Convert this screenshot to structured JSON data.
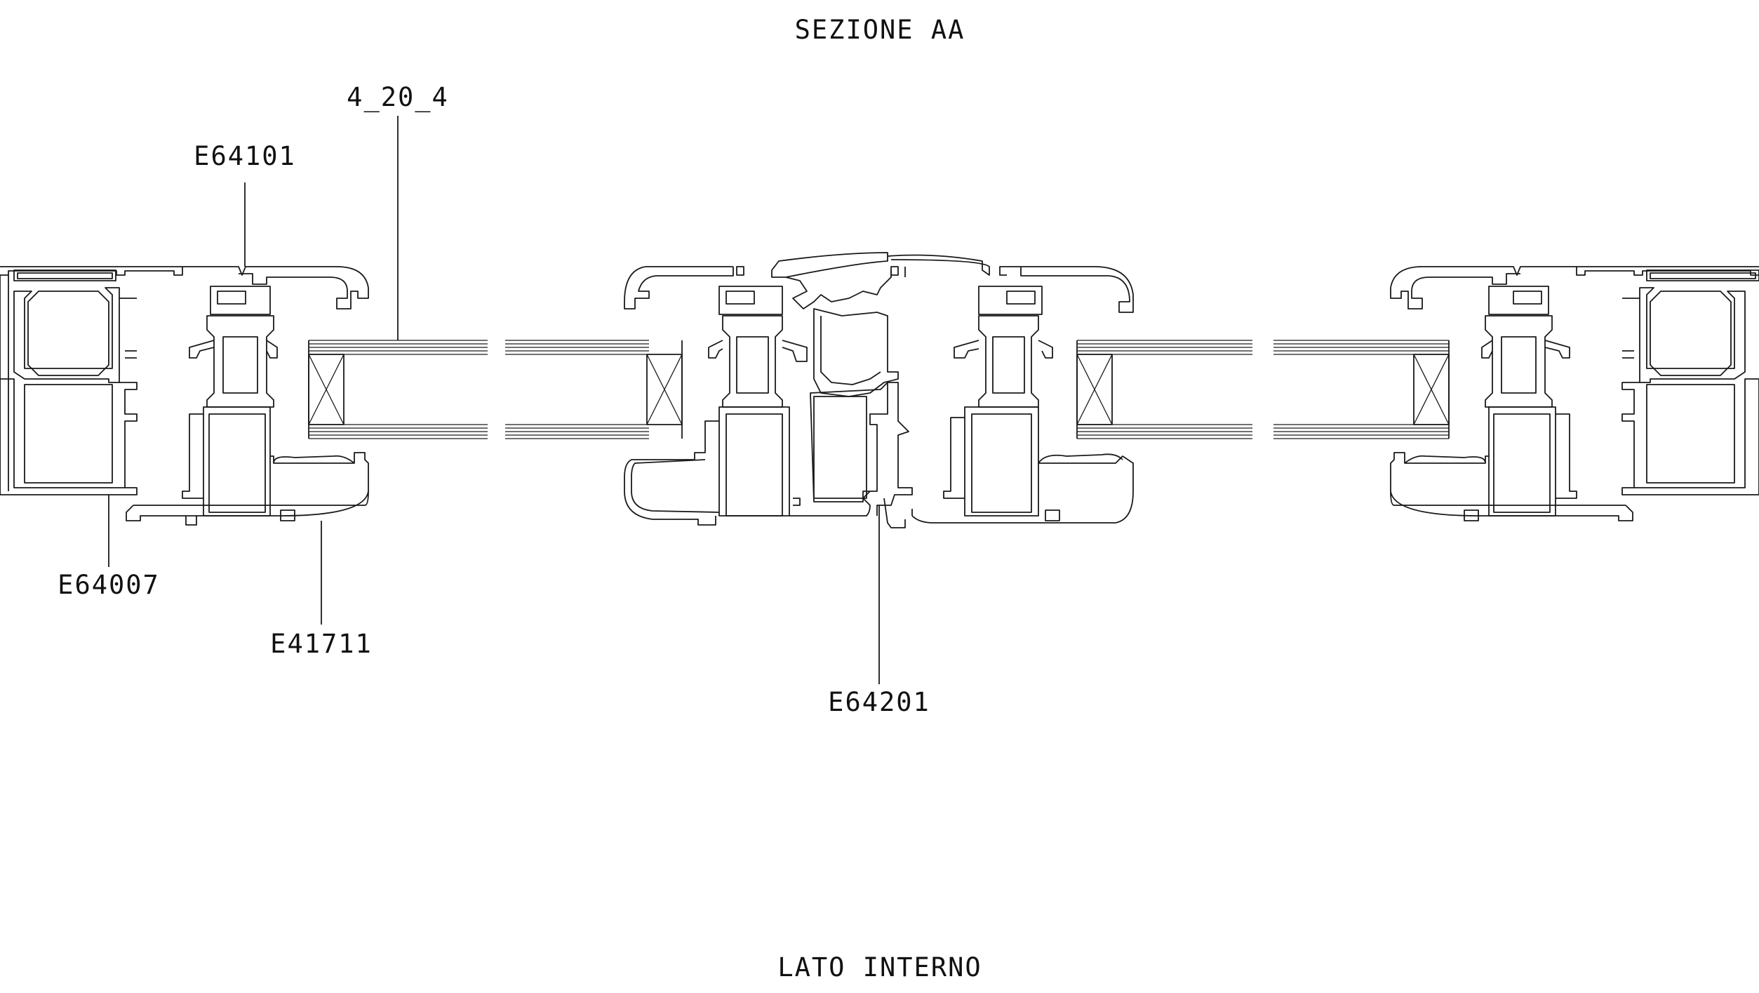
{
  "drawing": {
    "title": "SEZIONE AA",
    "footer": "LATO INTERNO"
  },
  "callouts": {
    "glazing": "4_20_4",
    "bead_top": "E64101",
    "frame": "E64007",
    "sash": "E41711",
    "mullion": "E64201"
  },
  "colors": {
    "line": "#1a1a1a",
    "background": "#ffffff"
  }
}
